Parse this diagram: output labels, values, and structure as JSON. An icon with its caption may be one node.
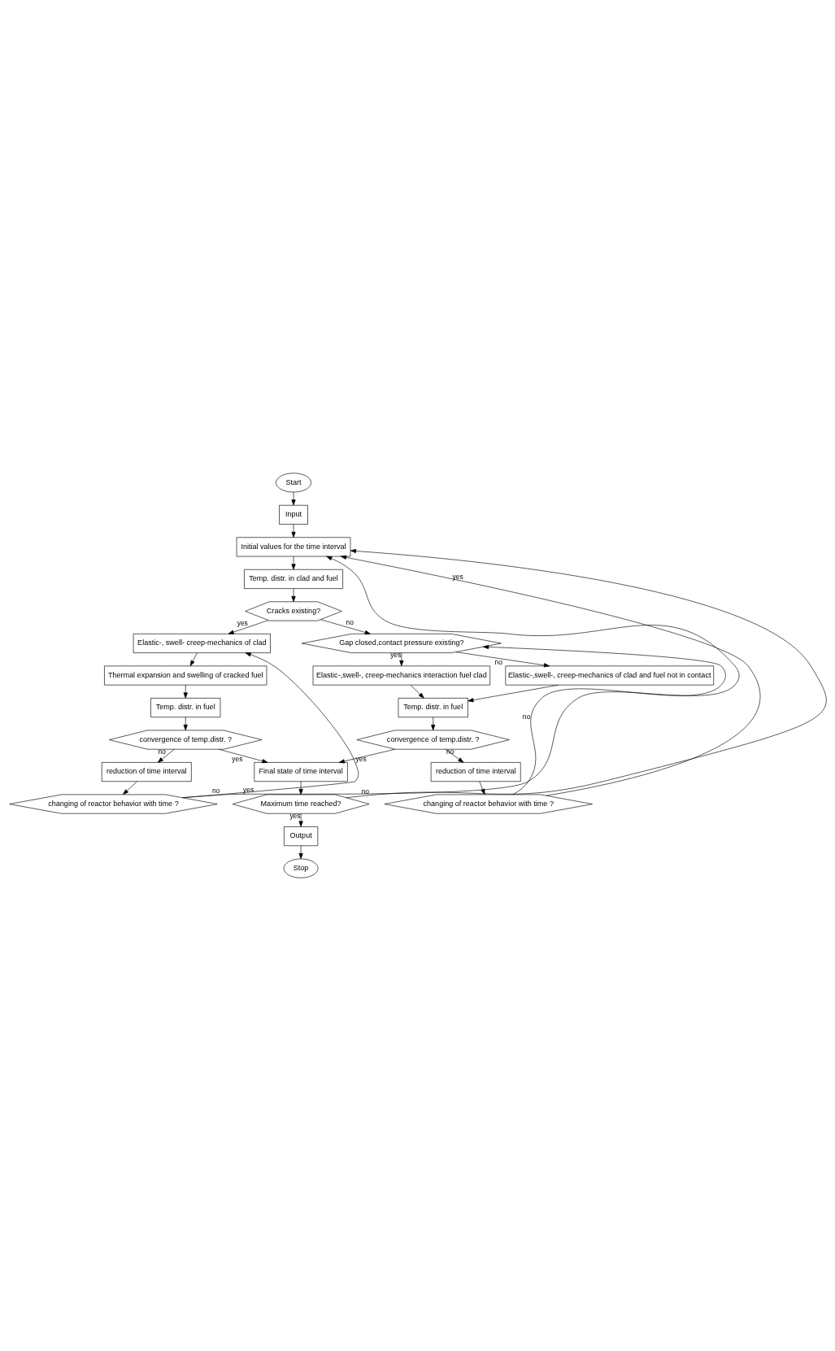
{
  "diagram": {
    "nodes": [
      {
        "text": [
          "Start"
        ]
      },
      {
        "text": [
          "Input"
        ]
      },
      {
        "text": [
          "Initial values for the time interval"
        ]
      },
      {
        "text": [
          "Temp. distr. in clad and fuel"
        ]
      },
      {
        "text": [
          "Cracks existing?"
        ]
      },
      {
        "text": [
          "Elastic-, swell- creep-mechanics of clad"
        ]
      },
      {
        "text": [
          "Thermal expansion and swelling of cracked fuel"
        ]
      },
      {
        "text": [
          "Temp. distr. in fuel"
        ]
      },
      {
        "text": [
          "convergence of temp.distr. ?"
        ]
      },
      {
        "text": [
          "reduction of time interval"
        ]
      },
      {
        "text": [
          "changing of reactor behavior with time ?"
        ]
      },
      {
        "text": [
          "Gap closed,contact pressure existing?"
        ]
      },
      {
        "text": [
          "Elastic-,swell-, creep-mechanics interaction fuel clad"
        ]
      },
      {
        "text": [
          "Elastic-,swell-, creep-mechanics of clad and fuel not in contact"
        ]
      },
      {
        "text": [
          "Temp. distr. in fuel"
        ]
      },
      {
        "text": [
          "convergence of temp.distr. ?"
        ]
      },
      {
        "text": [
          "reduction of time interval"
        ]
      },
      {
        "text": [
          "changing of reactor behavior with time ?"
        ]
      },
      {
        "text": [
          "Final state of time interval"
        ]
      },
      {
        "text": [
          "Maximum time reached?"
        ]
      },
      {
        "text": [
          "Output"
        ]
      },
      {
        "text": [
          "Stop"
        ]
      }
    ],
    "edges": [
      {
        "from": 0,
        "to": 1,
        "arrow": "to"
      },
      {
        "from": 1,
        "to": 2,
        "arrow": "to"
      },
      {
        "from": 2,
        "to": 3,
        "arrow": "to"
      },
      {
        "from": 3,
        "to": 4,
        "arrow": "to"
      },
      {
        "from": 4,
        "to": 5,
        "arrow": "to",
        "label": "yes"
      },
      {
        "from": 4,
        "to": 11,
        "arrow": "to",
        "label": "no"
      },
      {
        "from": 5,
        "to": 6,
        "arrow": "to"
      },
      {
        "from": 6,
        "to": 7,
        "arrow": "to"
      },
      {
        "from": 7,
        "to": 8,
        "arrow": "to"
      },
      {
        "from": 8,
        "to": 18,
        "arrow": "to",
        "label": "yes"
      },
      {
        "from": 8,
        "to": 9,
        "arrow": "to",
        "label": "no"
      },
      {
        "from": 9,
        "to": 10,
        "arrow": "to"
      },
      {
        "from": 10,
        "to": 5,
        "arrow": "to",
        "label": "no"
      },
      {
        "from": 10,
        "to": 2,
        "arrow": "to",
        "label": "yes"
      },
      {
        "from": 11,
        "to": 12,
        "arrow": "to",
        "label": "yes"
      },
      {
        "from": 11,
        "to": 13,
        "arrow": "to",
        "label": "no"
      },
      {
        "from": 12,
        "to": 14,
        "arrow": "to"
      },
      {
        "from": 13,
        "to": 14,
        "arrow": "to"
      },
      {
        "from": 14,
        "to": 15,
        "arrow": "to"
      },
      {
        "from": 15,
        "to": 16,
        "arrow": "to",
        "label": "no"
      },
      {
        "from": 15,
        "to": 18,
        "arrow": "to",
        "label": "yes"
      },
      {
        "from": 16,
        "to": 17,
        "arrow": "to"
      },
      {
        "from": 17,
        "to": 11,
        "arrow": "to",
        "label": "no"
      },
      {
        "from": 17,
        "to": 2,
        "arrow": "to",
        "label": "yes"
      },
      {
        "from": 18,
        "to": 19,
        "arrow": "to"
      },
      {
        "from": 19,
        "to": 20,
        "arrow": "to",
        "label": "yes"
      },
      {
        "from": 19,
        "to": 2,
        "arrow": "to",
        "label": "no"
      },
      {
        "from": 20,
        "to": 21,
        "arrow": "to"
      }
    ]
  }
}
